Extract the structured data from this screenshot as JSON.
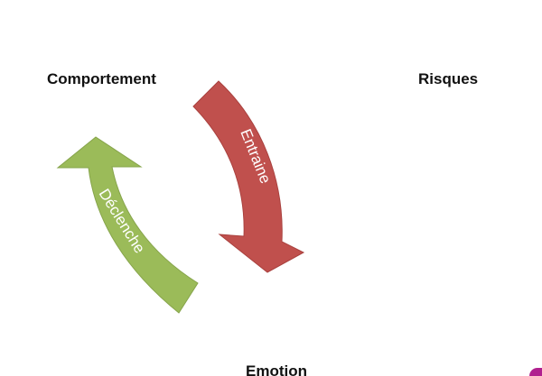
{
  "nodes": {
    "behavior": "Comportement",
    "risks": "Risques",
    "emotion": "Emotion"
  },
  "arrows": {
    "red": {
      "label": "Entraine",
      "color": "#c0504d"
    },
    "green": {
      "label": "Déclenche",
      "color": "#9bbb59"
    }
  },
  "accent_color": "#b0208f"
}
